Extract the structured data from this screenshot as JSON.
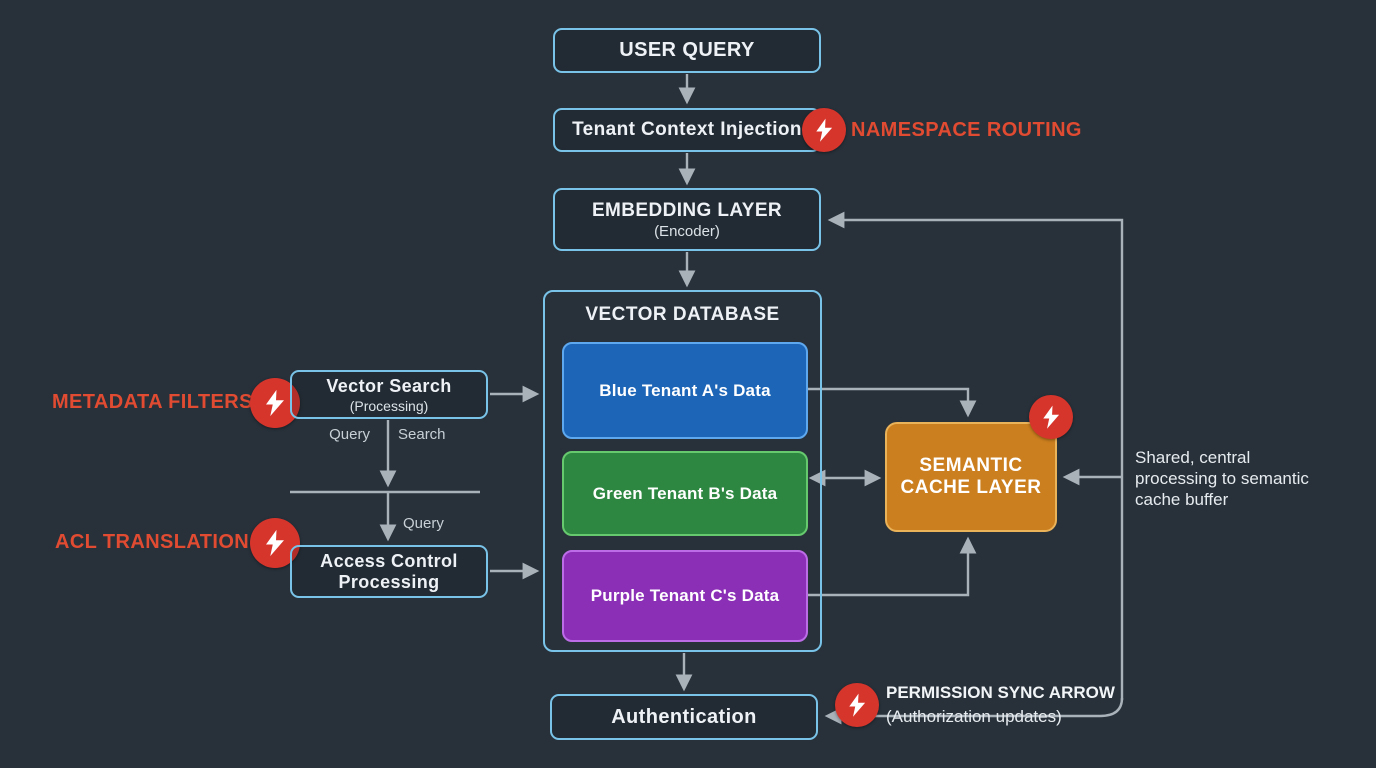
{
  "colors": {
    "background": "#28313a",
    "box_border": "#79c3e8",
    "wire": "#a9b1b9",
    "badge_red": "#d6352c",
    "accent_red_text": "#e04b31",
    "tenant_blue": "#1d65b6",
    "tenant_green": "#2e8741",
    "tenant_purple": "#8b2fb7",
    "cache_orange": "#cc7f1e"
  },
  "pipeline": {
    "user_query": "USER QUERY",
    "tenant_context": "Tenant Context Injection",
    "namespace_routing": "NAMESPACE ROUTING",
    "embedding_title": "EMBEDDING LAYER",
    "embedding_sub": "(Encoder)",
    "authentication": "Authentication"
  },
  "vector_database": {
    "title": "VECTOR DATABASE",
    "tenants": [
      {
        "label": "Blue Tenant A's Data"
      },
      {
        "label": "Green Tenant B's Data"
      },
      {
        "label": "Purple Tenant C's Data"
      }
    ]
  },
  "left_panel": {
    "metadata_filters": "METADATA FILTERS",
    "vector_search_title": "Vector Search",
    "vector_search_sub": "(Processing)",
    "query_top": "Query",
    "search": "Search",
    "query_bottom": "Query",
    "acl_translation": "ACL TRANSLATION",
    "access_control_line1": "Access Control",
    "access_control_line2": "Processing"
  },
  "right_panel": {
    "semantic_cache_line1": "SEMANTIC",
    "semantic_cache_line2": "CACHE LAYER",
    "cache_note": "Shared, central processing to semantic cache buffer",
    "permission_sync_title": "PERMISSION SYNC ARROW",
    "permission_sync_sub": "(Authorization updates)"
  }
}
